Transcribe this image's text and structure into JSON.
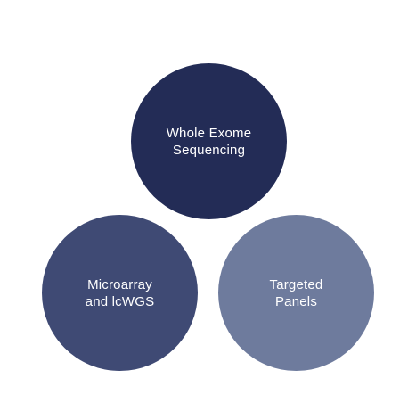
{
  "circles": [
    {
      "label": "Whole Exome\nSequencing",
      "color": "#232c56"
    },
    {
      "label": "Microarray\nand lcWGS",
      "color": "#3f4a74"
    },
    {
      "label": "Targeted\nPanels",
      "color": "#6e7b9d"
    }
  ]
}
